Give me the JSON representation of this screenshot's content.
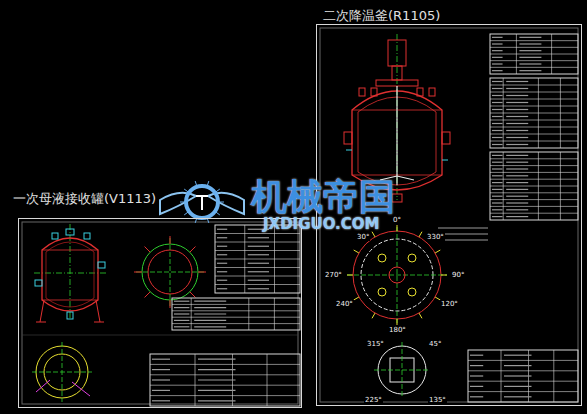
{
  "diagram": {
    "nodes": [
      {
        "text": [
          "一次母液接收罐(V1113)"
        ]
      },
      {
        "text": [
          "二次降温釜(R1105)"
        ]
      }
    ],
    "labels": [
      "机械帝国",
      "JXDIGUO.COM",
      "0°",
      "30°",
      "330°",
      "270°",
      "90°",
      "240°",
      "120°",
      "180°",
      "315°",
      "45°",
      "225°",
      "135°"
    ]
  }
}
